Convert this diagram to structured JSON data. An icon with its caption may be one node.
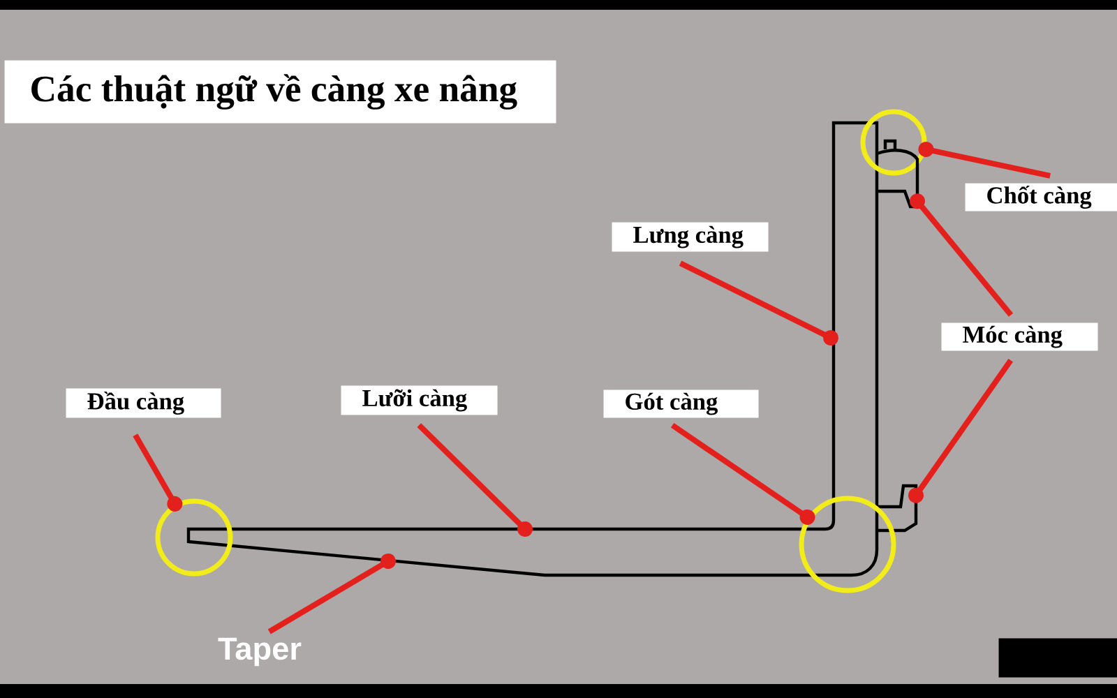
{
  "diagram": {
    "title": "Các thuật ngữ về càng xe nâng",
    "nodes": [
      {
        "text": [],
        "shape": "circle"
      },
      {
        "text": [],
        "shape": "picture"
      },
      {
        "text": [
          "Chốt càng"
        ]
      },
      {
        "text": [
          "Lưng càng"
        ]
      },
      {
        "text": [
          "Móc càng"
        ]
      },
      {
        "text": [
          "Đầu càng"
        ]
      },
      {
        "text": [
          "Lưỡi càng"
        ]
      },
      {
        "text": [
          "Gót càng"
        ]
      },
      {
        "text": [],
        "shape": "picture"
      },
      {
        "text": [],
        "shape": "circle"
      },
      {
        "text": [],
        "shape": "circle"
      },
      {
        "text": [
          "Taper"
        ]
      },
      {
        "text": [],
        "shape": "box"
      }
    ],
    "edges": [
      {
        "from": 2,
        "to": 0,
        "arrow": "other"
      },
      {
        "from": 3,
        "to": null,
        "arrow": "other"
      },
      {
        "from": 4,
        "to": 1,
        "arrow": "other"
      },
      {
        "from": 4,
        "to": 8,
        "arrow": "other"
      },
      {
        "from": 5,
        "to": 9,
        "arrow": "other"
      },
      {
        "from": 6,
        "to": null,
        "arrow": "other"
      },
      {
        "from": 7,
        "to": 10,
        "arrow": "other"
      },
      {
        "from": 11,
        "to": null,
        "arrow": "other"
      }
    ]
  }
}
